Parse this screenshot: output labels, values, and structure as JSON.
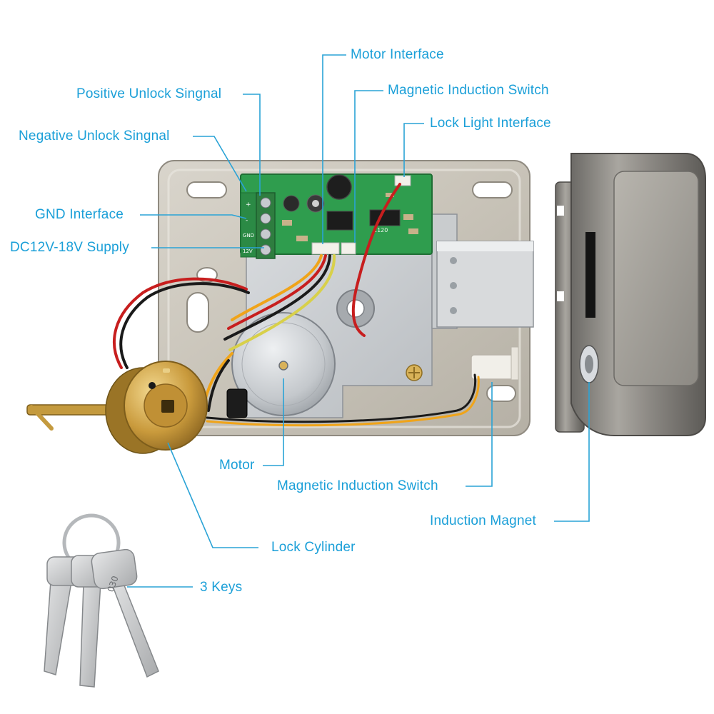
{
  "colors": {
    "label": "#1a9fd8",
    "leader": "#2aa3d6",
    "background": "#ffffff"
  },
  "labels": {
    "motor_interface": "Motor Interface",
    "magnetic_induction_switch_top": "Magnetic Induction Switch",
    "lock_light_interface": "Lock Light Interface",
    "positive_unlock_signal": "Positive Unlock Singnal",
    "negative_unlock_signal": "Negative Unlock Singnal",
    "gnd_interface": "GND Interface",
    "dc_supply": "DC12V-18V Supply",
    "motor": "Motor",
    "magnetic_induction_switch_bottom": "Magnetic Induction Switch",
    "induction_magnet": "Induction Magnet",
    "lock_cylinder": "Lock Cylinder",
    "keys": "3 Keys"
  },
  "board": {
    "terminal_marks": [
      "+",
      "-",
      "GND",
      "12V"
    ],
    "chip_code": "1120"
  },
  "key_code": "030"
}
